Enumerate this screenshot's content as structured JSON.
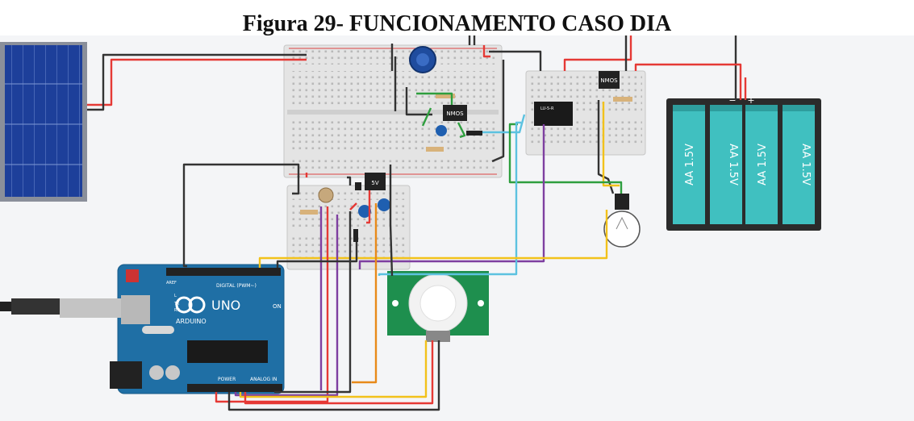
{
  "figure": {
    "caption": "Figura 29- FUNCIONAMENTO CASO DIA"
  },
  "components": {
    "mosfet_a_label": "NMOS",
    "mosfet_b_label": "NMOS",
    "regulator_label": "5V",
    "relay_label": "LU-5-R",
    "arduino": {
      "brand": "ARDUINO",
      "model": "UNO",
      "on_label": "ON",
      "digital_header": "DIGITAL (PWM~)",
      "power_header": "POWER",
      "analog_header": "ANALOG IN",
      "aref_label": "AREF",
      "tx_label": "TX",
      "rx_label": "RX",
      "l_label": "L"
    },
    "battery_cells": [
      "AA 1.5V",
      "AA 1.5V",
      "AA 1.5V",
      "AA 1.5V"
    ],
    "battery_minus": "−",
    "battery_plus": "+"
  },
  "colors": {
    "wire_red": "#e53935",
    "wire_black": "#333333",
    "wire_green": "#2e9e3e",
    "wire_yellow": "#f2c21b",
    "wire_orange": "#e88a1a",
    "wire_purple": "#7e3fa0",
    "wire_cyan": "#5cc2e0",
    "arduino_blue": "#1f6fa5",
    "pir_green": "#1e8f4e",
    "battery_teal": "#3ebfbf",
    "solar_blue": "#1d3f9a"
  }
}
